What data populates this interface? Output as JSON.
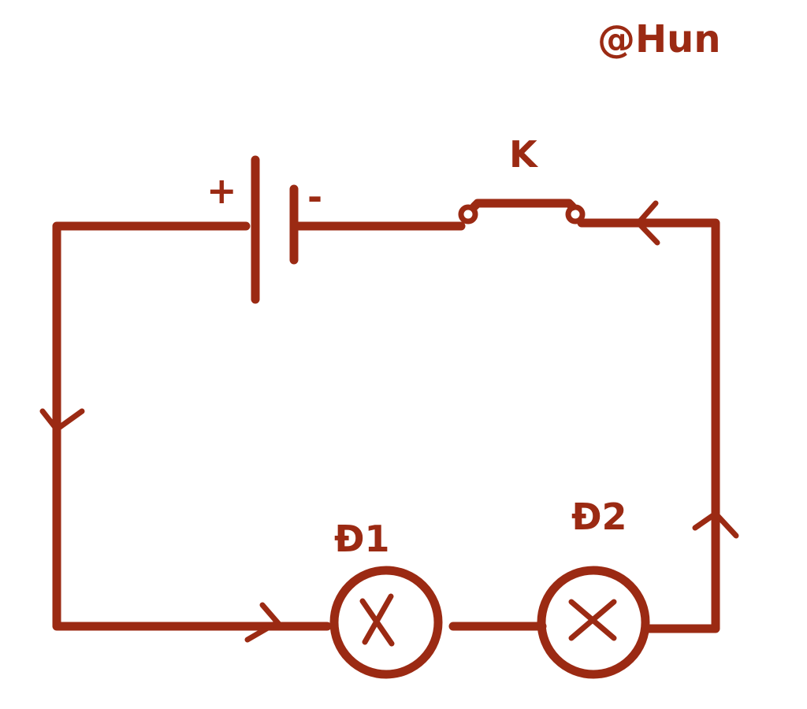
{
  "colors": {
    "ink": "#9b2a13",
    "background": "#ffffff"
  },
  "watermark": "@Hun",
  "battery": {
    "plus": "+",
    "minus": "-"
  },
  "switch": {
    "label": "K"
  },
  "bulbs": [
    {
      "label": "Đ1"
    },
    {
      "label": "Đ2"
    }
  ]
}
